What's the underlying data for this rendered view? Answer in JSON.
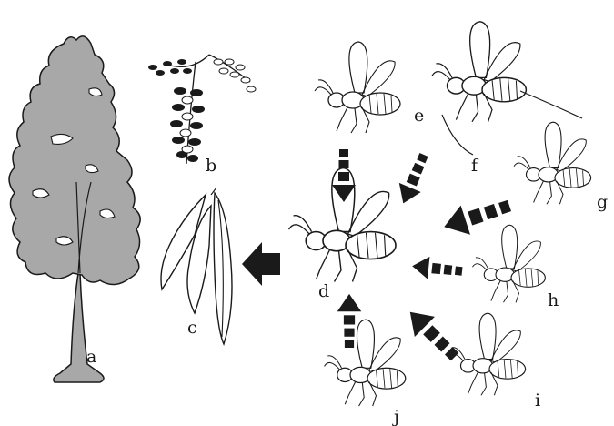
{
  "labels": {
    "a": "a",
    "b": "b",
    "c": "c",
    "d": "d",
    "e": "e",
    "f": "f",
    "g": "g",
    "h": "h",
    "i": "i",
    "j": "j"
  },
  "colors": {
    "tree_fill": "#a8a8a8",
    "line": "#1a1a1a",
    "background": "#ffffff"
  }
}
